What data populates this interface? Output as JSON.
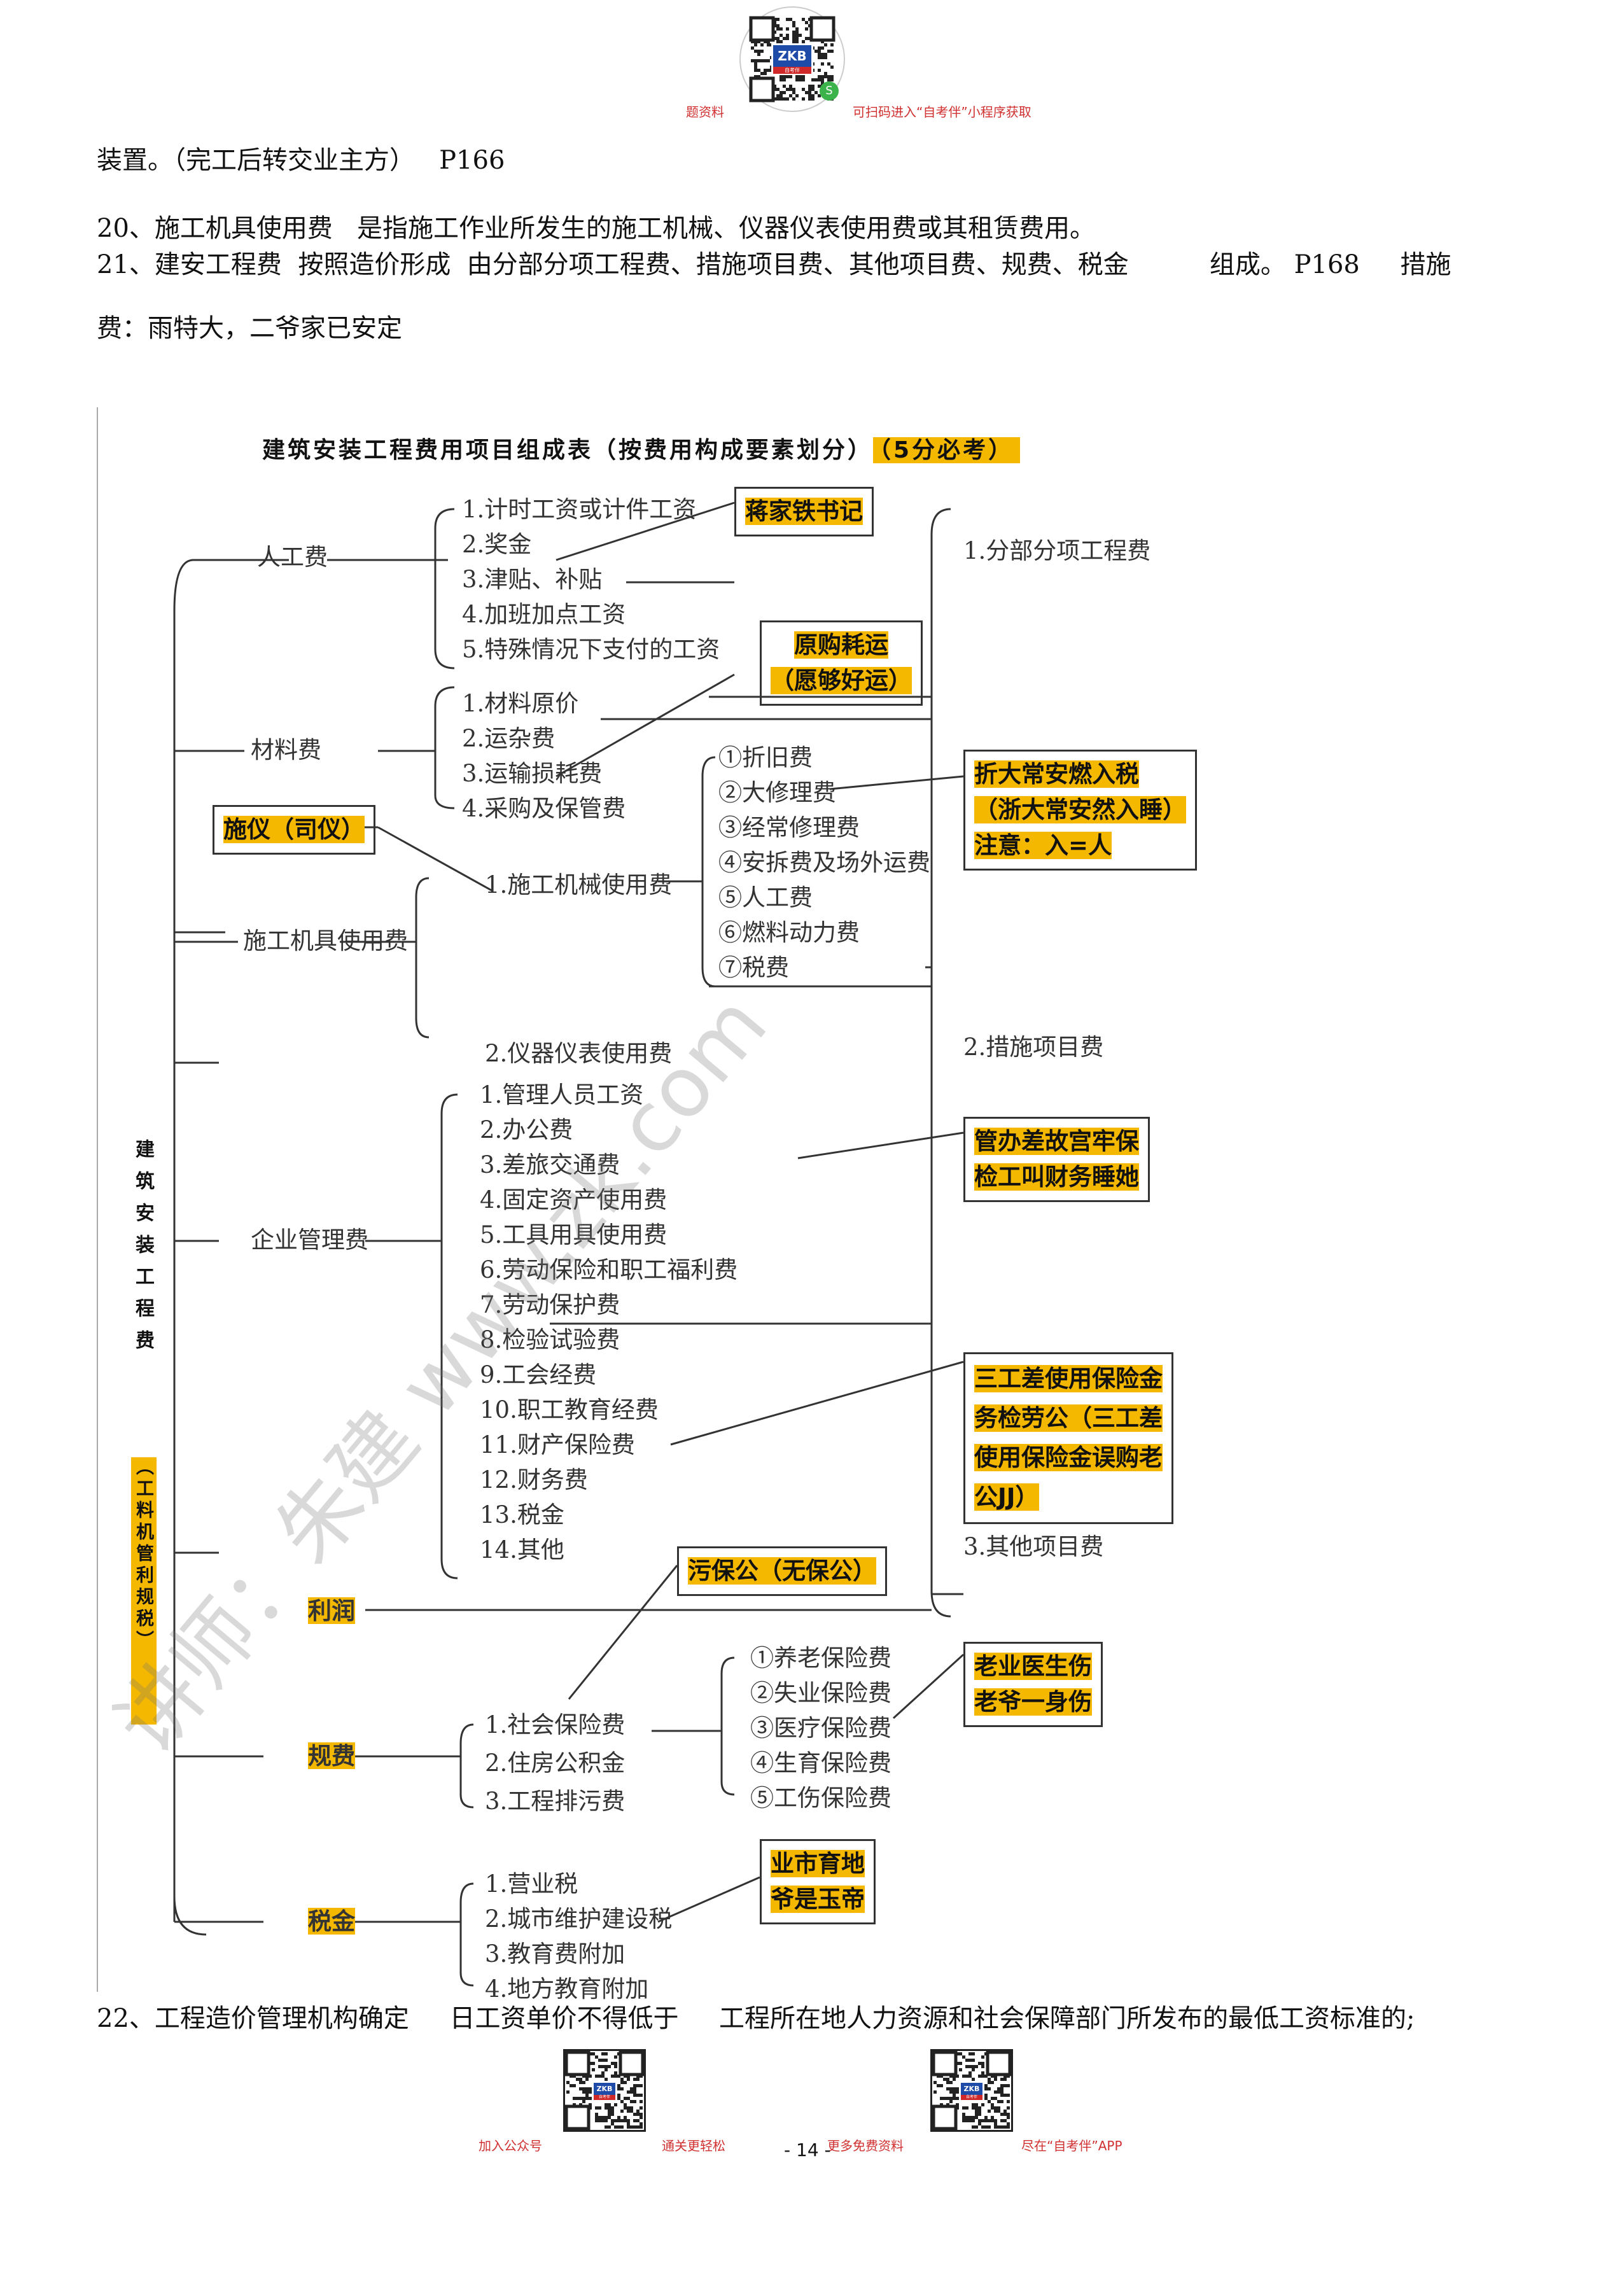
{
  "header": {
    "left_note": "题资料",
    "right_note": "可扫码进入“自考伴”小程序获取",
    "qr_brand": "ZKB",
    "qr_brand_sub": "自考伴"
  },
  "body": {
    "line1": "装置。（完工后转交业主方）   P166",
    "line2": "20、施工机具使用费   是指施工作业所发生的施工机械、仪器仪表使用费或其租赁费用。",
    "line3": "21、建安工程费  按照造价形成  由分部分项工程费、措施项目费、其他项目费、规费、税金          组成。 P168     措施",
    "line4": "费：雨特大，二爷家已安定",
    "line5": "22、工程造价管理机构确定     日工资单价不得低于     工程所在地人力资源和社会保障部门所发布的最低工资标准的;"
  },
  "figure": {
    "title": "建筑安装工程费用项目组成表（按费用构成要素划分）",
    "title_badge": "（5分必考）",
    "root_label": "建筑安装工程费",
    "root_sub": "（工料机管利规税）",
    "categories": {
      "labor": "人工费",
      "material": "材料费",
      "machine": "施工机具使用费",
      "mgmt": "企业管理费",
      "profit": "利润",
      "fees": "规费",
      "tax": "税金"
    },
    "labor_items": [
      "1.计时工资或计件工资",
      "2.奖金",
      "3.津贴、补贴",
      "4.加班加点工资",
      "5.特殊情况下支付的工资"
    ],
    "material_items": [
      "1.材料原价",
      "2.运杂费",
      "3.运输损耗费",
      "4.采购及保管费"
    ],
    "machine_items": [
      "1.施工机械使用费",
      "2.仪器仪表使用费"
    ],
    "machine_sub": [
      "①折旧费",
      "②大修理费",
      "③经常修理费",
      "④安拆费及场外运费",
      "⑤人工费",
      "⑥燃料动力费",
      "⑦税费"
    ],
    "mgmt_items": [
      "1.管理人员工资",
      "2.办公费",
      "3.差旅交通费",
      "4.固定资产使用费",
      "5.工具用具使用费",
      "6.劳动保险和职工福利费",
      "7.劳动保护费",
      "8.检验试验费",
      "9.工会经费",
      "10.职工教育经费",
      "11.财产保险费",
      "12.财务费",
      "13.税金",
      "14.其他"
    ],
    "fees_items": [
      "1.社会保险费",
      "2.住房公积金",
      "3.工程排污费"
    ],
    "fees_sub": [
      "①养老保险费",
      "②失业保险费",
      "③医疗保险费",
      "④生育保险费",
      "⑤工伤保险费"
    ],
    "tax_items": [
      "1.营业税",
      "2.城市维护建设税",
      "3.教育费附加",
      "4.地方教育附加"
    ],
    "right_side": [
      "1.分部分项工程费",
      "2.措施项目费",
      "3.其他项目费"
    ],
    "mnemonics": {
      "labor": "蒋家铁书记",
      "material_1": "原购耗运",
      "material_2": "（愿够好运）",
      "machine_1": "折大常安燃入税",
      "machine_2": "（浙大常安然入睡）",
      "machine_3": "注意：入=人",
      "machine_label": "施仪（司仪）",
      "mgmt_1": "管办差故宫牢保",
      "mgmt_2": "检工叫财务睡她",
      "mgmt_3": "三工差使用保险金",
      "mgmt_4": "务检劳公（三工差",
      "mgmt_5": "使用保险金误购老",
      "mgmt_6": "公JJ）",
      "fees_1": "污保公（无保公）",
      "fees_2": "老业医生伤",
      "fees_3": "老爷一身伤",
      "tax_1": "业市育地",
      "tax_2": "爷是玉帝"
    },
    "watermark": "讲师：朱建 www.zk.com"
  },
  "footer": {
    "left_note_a": "加入公众号",
    "left_note_b": "通关更轻松",
    "right_note_a": "更多免费资料",
    "right_note_b": "尽在“自考伴”APP",
    "page_number": "- 14 -"
  },
  "colors": {
    "highlight": "#f5b800",
    "note_red": "#d03030",
    "brand_blue": "#1e4aa8"
  }
}
